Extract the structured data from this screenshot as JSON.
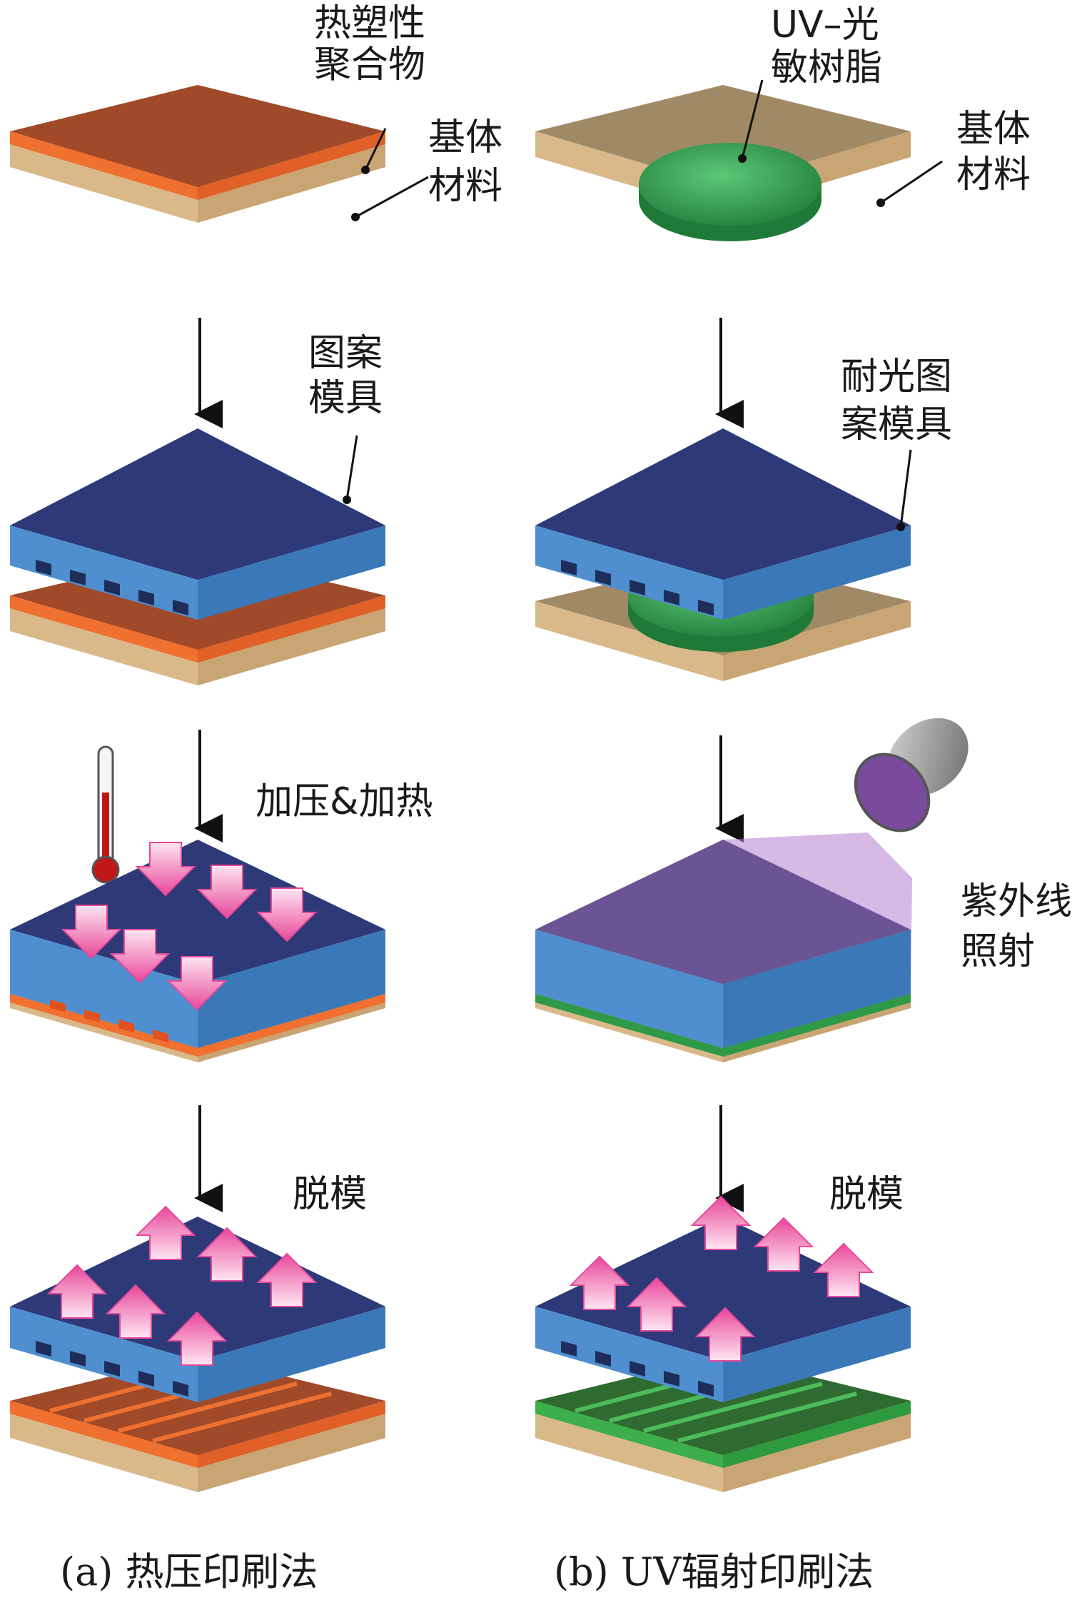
{
  "panel_a": {
    "caption": "(a) 热压印刷法",
    "labels": {
      "polymer_l1": "热塑性",
      "polymer_l2": "聚合物",
      "substrate_l1": "基体",
      "substrate_l2": "材料",
      "mold_l1": "图案",
      "mold_l2": "模具",
      "press_heat": "加压&加热",
      "demold": "脱模"
    }
  },
  "panel_b": {
    "caption": "(b) UV辐射印刷法",
    "labels": {
      "resin_l1": "UV–光",
      "resin_l2": "敏树脂",
      "substrate_l1": "基体",
      "substrate_l2": "材料",
      "mold_l1": "耐光图",
      "mold_l2": "案模具",
      "uv_l1": "紫外线",
      "uv_l2": "照射",
      "demold": "脱模"
    }
  },
  "colors": {
    "substrate_top": "#a08a66",
    "substrate_side": "#d9b98a",
    "polymer_top": "#a04a2a",
    "polymer_side": "#f07030",
    "mold_top": "#2e3a78",
    "mold_side": "#4f8fd0",
    "resin": "#2e9a48",
    "arrow_pink": "#f060a8",
    "uv_light": "#9a6ab8",
    "thermometer_red": "#c01818"
  }
}
